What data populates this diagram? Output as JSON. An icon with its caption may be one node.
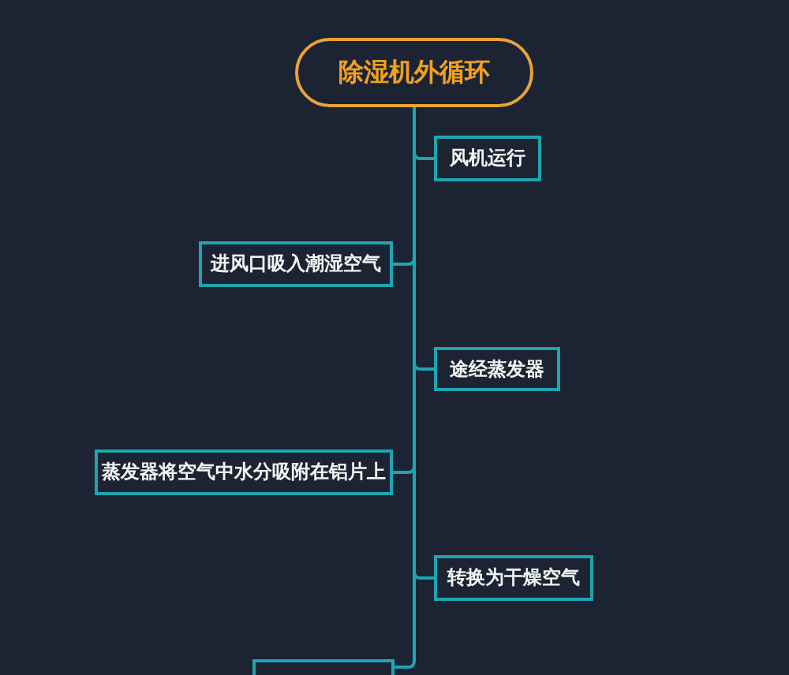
{
  "diagram": {
    "nodes": [
      {
        "text": [
          "除湿机外循环"
        ]
      },
      {
        "text": [
          "风机运行"
        ]
      },
      {
        "text": [
          "进风口吸入潮湿空气"
        ]
      },
      {
        "text": [
          "途经蒸发器"
        ]
      },
      {
        "text": [
          "蒸发器将空气中水分吸附在铝片上"
        ]
      },
      {
        "text": [
          "转换为干燥空气"
        ]
      },
      {
        "text": [],
        "shape": "box"
      }
    ],
    "edges": [
      {
        "from": 0,
        "to": 1,
        "arrow": "none"
      },
      {
        "from": 0,
        "to": 2,
        "arrow": "none"
      },
      {
        "from": 0,
        "to": 3,
        "arrow": "none"
      },
      {
        "from": 0,
        "to": 4,
        "arrow": "none"
      },
      {
        "from": 0,
        "to": 5,
        "arrow": "none"
      },
      {
        "from": 0,
        "to": 6,
        "arrow": "none"
      }
    ]
  }
}
